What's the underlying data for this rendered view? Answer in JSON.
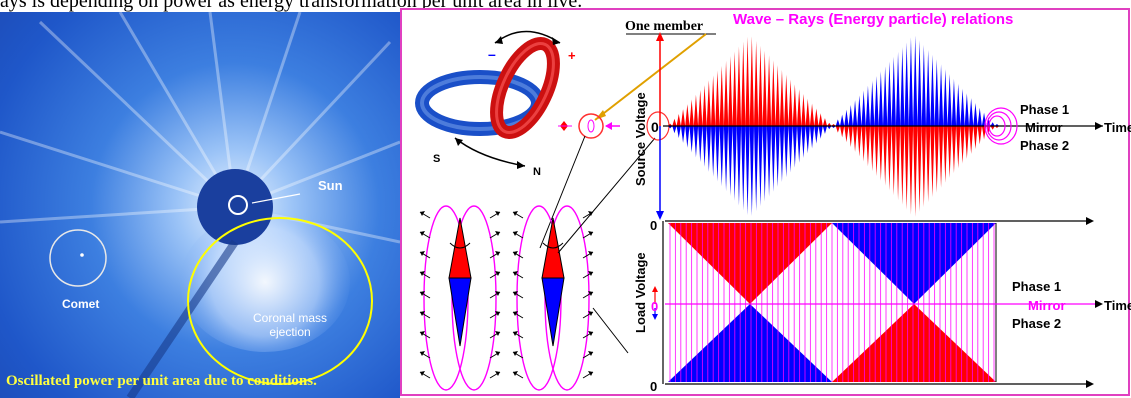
{
  "caption": "ays is depending on power as energy transformation per unit area in live.",
  "left_photo": {
    "sun_label": "Sun",
    "comet_label": "Comet",
    "cme_label_line1": "Coronal mass",
    "cme_label_line2": "ejection",
    "bottom_caption": "Oscillated power per unit area due to conditions."
  },
  "diagram": {
    "title": "Wave – Rays (Energy particle) relations",
    "one_member": "One member",
    "pole_s": "S",
    "pole_n": "N",
    "minus_sign": "–",
    "plus_sign": "+",
    "source_voltage": "Source Voltage",
    "load_voltage": "Load Voltage",
    "zero_source": "0",
    "zero_load_top": "0",
    "zero_load_mid": "0",
    "zero_load_bottom": "0",
    "phase1_top": "Phase 1",
    "mirror_top": "Mirror",
    "phase2_top": "Phase 2",
    "time_top": "Time",
    "phase1_bottom": "Phase 1",
    "mirror_bottom": "Mirror",
    "phase2_bottom": "Phase 2",
    "time_bottom": "Time"
  },
  "colors": {
    "phase_red": "#ff0000",
    "phase_blue": "#0000ff",
    "magenta": "#ff00ff",
    "border_magenta": "#e040c0",
    "sky_blue": "#2a5bd0",
    "caption_yellow": "#ffff40"
  }
}
